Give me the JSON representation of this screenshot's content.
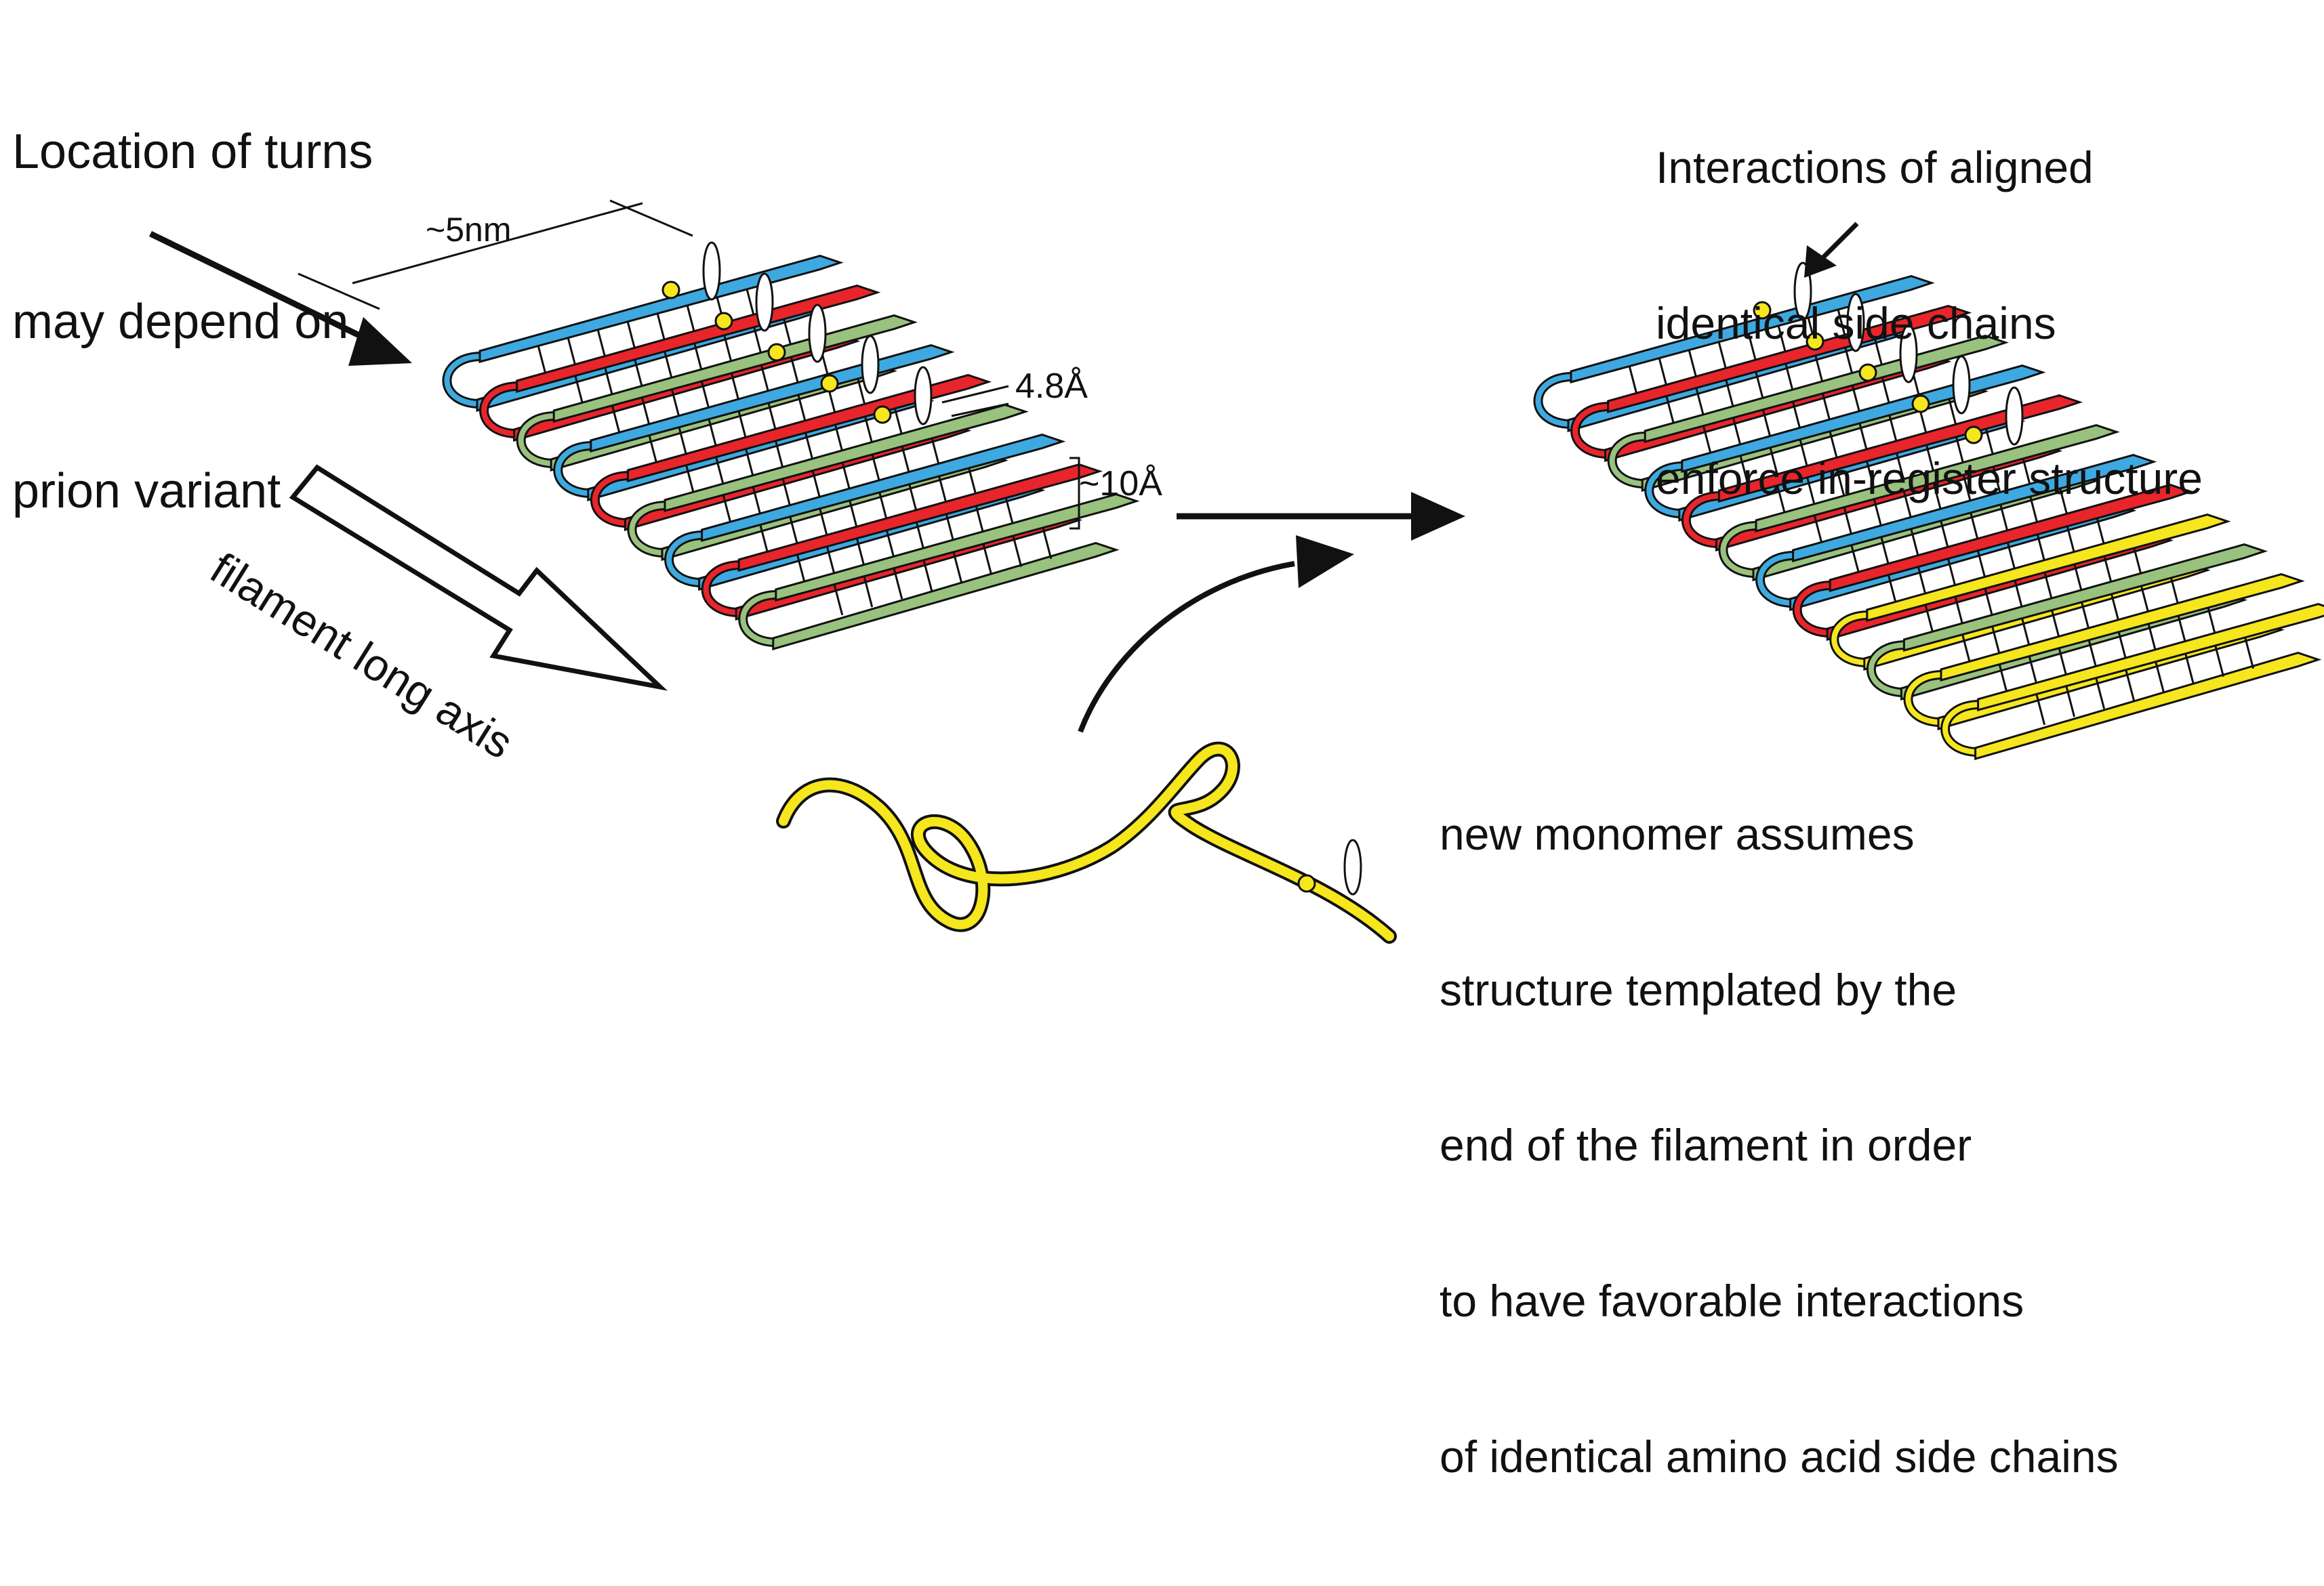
{
  "labels": {
    "turns": [
      "Location of turns",
      "may depend on",
      "prion variant"
    ],
    "interactions": [
      "Interactions of aligned",
      "identical side chains",
      "enforce in-register structure"
    ],
    "monomer": [
      "new monomer assumes",
      "structure templated by the",
      "end of the filament in order",
      "to have favorable interactions",
      "of identical amino acid side chains"
    ],
    "axis": "filament long axis",
    "width": "~5nm",
    "strand_spacing": "4.8Å",
    "sheet_spacing": "~10Å"
  },
  "colors": {
    "blue": "#3ea9e0",
    "red": "#e8252b",
    "green": "#98c27e",
    "yellow": "#f5e61e",
    "ink": "#111111",
    "sidechain_green": "#2f9a52"
  },
  "filament_left": {
    "strand_colors": [
      "blue",
      "red",
      "green",
      "blue",
      "red",
      "green",
      "blue",
      "red",
      "green"
    ]
  },
  "filament_right": {
    "strand_colors": [
      "blue",
      "red",
      "green",
      "blue",
      "red",
      "green",
      "blue",
      "red",
      "yellow",
      "green",
      "yellow",
      "yellow"
    ]
  }
}
